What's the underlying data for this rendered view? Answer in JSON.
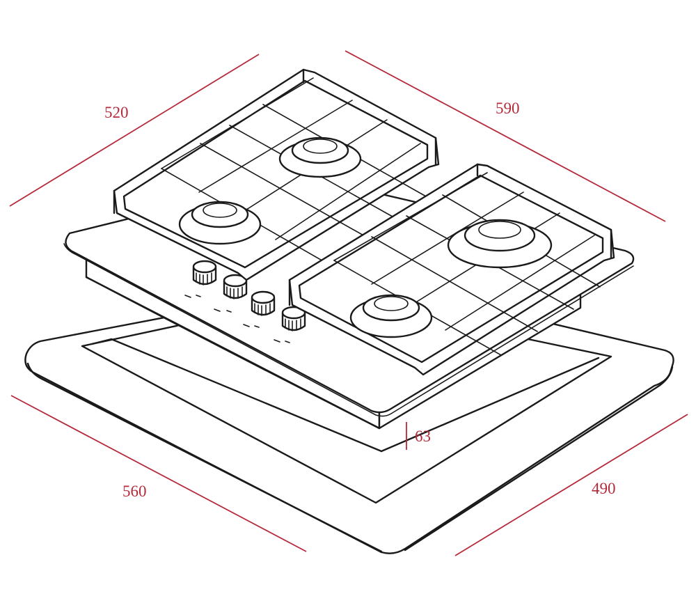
{
  "dimensions": {
    "depth_top": "520",
    "width_top": "590",
    "height": "63",
    "cutout_width": "560",
    "cutout_depth": "490"
  },
  "colors": {
    "dimension": "#b52a3a",
    "outline": "#1a1a1a",
    "background": "#ffffff"
  }
}
